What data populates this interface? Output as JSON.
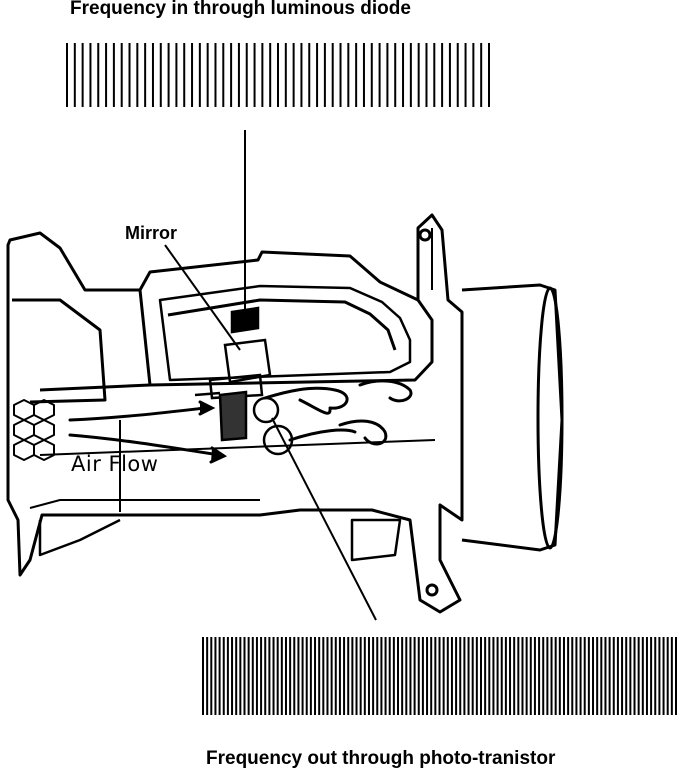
{
  "labels": {
    "frequency_in": "Frequency in through luminous diode",
    "frequency_out": "Frequency out through photo-tranistor",
    "mirror": "Mirror",
    "air_flow": "Air Flow"
  },
  "signal_bars": {
    "input_pulse_count": 55,
    "output_pulse_count": 115
  }
}
